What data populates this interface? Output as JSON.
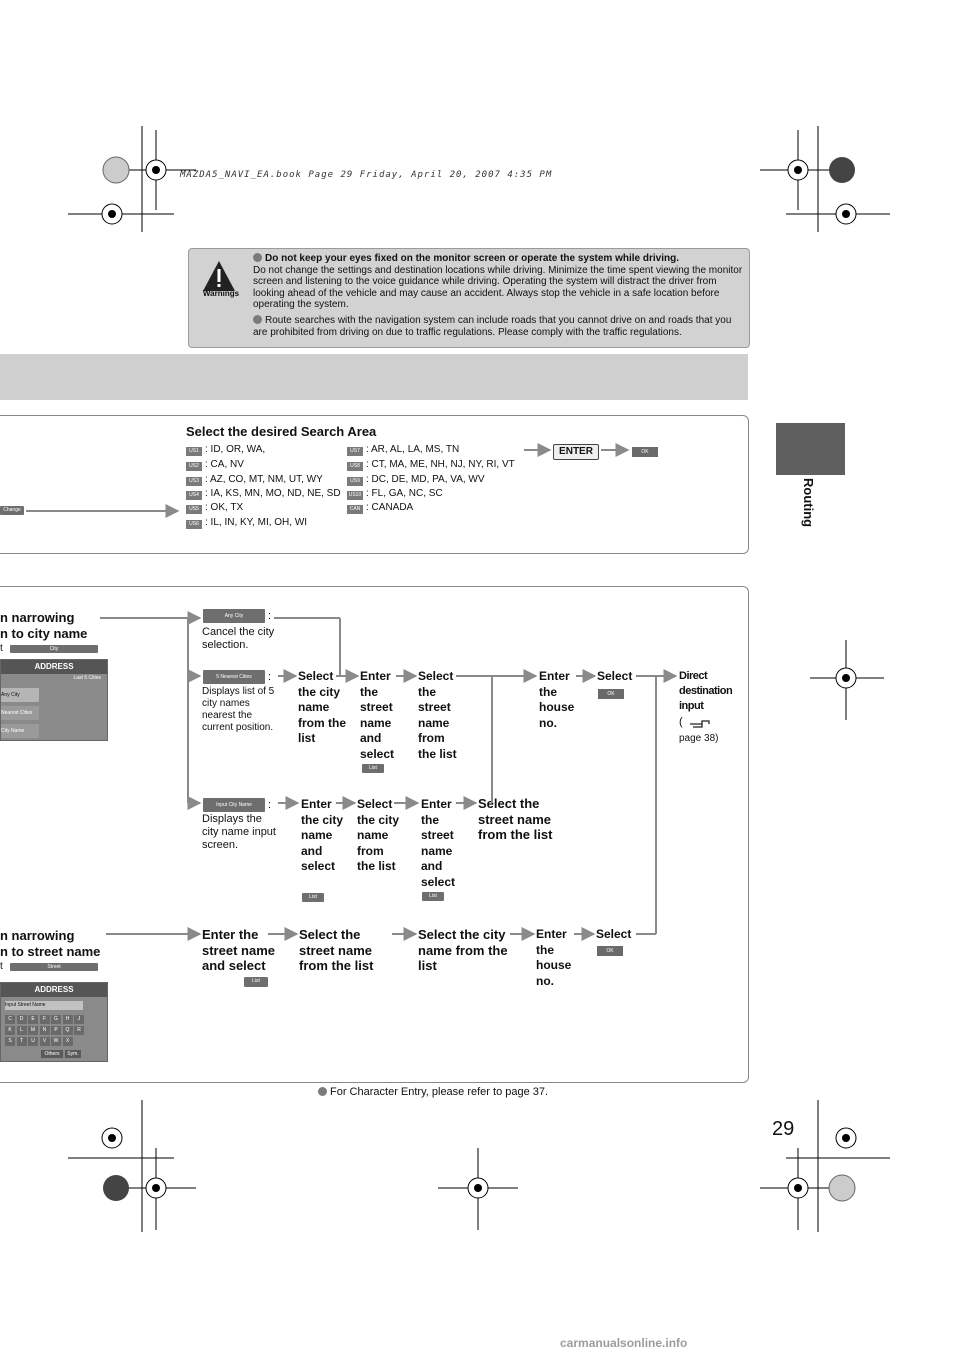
{
  "book_line": "MAZDA5_NAVI_EA.book  Page 29  Friday, April 20, 2007  4:35 PM",
  "warnings": {
    "label": "Warnings",
    "item1_title": "Do not keep your eyes fixed on the monitor screen or operate the system while driving.",
    "item1_body": "Do not change the settings and destination locations while driving. Minimize the time spent viewing the monitor screen and listening to the voice guidance while driving. Operating the system will distract the driver from looking ahead of the vehicle and may cause an accident. Always stop the vehicle in a safe location before operating the system.",
    "item2_body": "Route searches with the navigation system can include roads that you cannot drive on and roads that you are prohibited from driving on due to traffic regulations. Please comply with the traffic regulations."
  },
  "side_tab_label": "Routing",
  "search_area": {
    "title": "Select the desired Search Area",
    "change_button": "Change",
    "left_column": [
      {
        "code": "US1",
        "text": ": ID, OR, WA,"
      },
      {
        "code": "US2",
        "text": ": CA, NV"
      },
      {
        "code": "US3",
        "text": ": AZ, CO, MT, NM, UT, WY"
      },
      {
        "code": "US4",
        "text": ": IA, KS, MN, MO, ND, NE, SD"
      },
      {
        "code": "US5",
        "text": ": OK, TX"
      },
      {
        "code": "US6",
        "text": ": IL, IN, KY, MI, OH, WI"
      }
    ],
    "right_column": [
      {
        "code": "US7",
        "text": ": AR, AL, LA, MS, TN"
      },
      {
        "code": "US8",
        "text": ": CT, MA, ME, NH, NJ, NY, RI, VT"
      },
      {
        "code": "US9",
        "text": ": DC, DE, MD, PA, VA, WV"
      },
      {
        "code": "US10",
        "text": ": FL, GA, NC, SC"
      },
      {
        "code": "CAN",
        "text": ": CANADA"
      }
    ],
    "enter_key": "ENTER",
    "ok_button": "OK"
  },
  "flow": {
    "city_heading_1": "n narrowing",
    "city_heading_2": "n to city name",
    "city_select_prefix": "t",
    "city_button": "City",
    "address_screen": {
      "title": "ADDRESS",
      "last5": "Last 5 Cities",
      "any_city": "Any City",
      "nearest": "Nearest Cities",
      "city_name": "City Name"
    },
    "any_city_button": "Any City",
    "any_city_colon": ":",
    "any_city_desc": "Cancel the city selection.",
    "nearest_button": "5 Nearest Cities",
    "nearest_colon": ":",
    "nearest_desc": "Displays list of 5 city names nearest the current position.",
    "input_button": "Input City Name",
    "input_colon": ":",
    "input_desc": "Displays the city name input screen.",
    "n1": "Select the city name from the list",
    "n2": "Enter the street name and select",
    "n3": "Select the street name from the list",
    "n4": "Enter the house no.",
    "n5": "Select",
    "n6_line1": "Direct destination input",
    "n6_ref": "page 38)",
    "n6_paren": "(",
    "m1": "Enter the city name and select",
    "m2": "Select the city name from the list",
    "m3": "Enter the street name and select",
    "m4": "Select the street name from the list",
    "list_button": "List",
    "ok_button": "OK",
    "street_heading_1": "n narrowing",
    "street_heading_2": "n to street name",
    "street_select_prefix": "t",
    "street_button": "Street",
    "street_screen": {
      "title": "ADDRESS",
      "input_placeholder": "Input Street Name",
      "keys": [
        "C",
        "D",
        "E",
        "F",
        "G",
        "H",
        "J",
        "K",
        "L",
        "M",
        "N",
        "P",
        "Q",
        "R",
        "S",
        "T",
        "U",
        "V",
        "W",
        "X"
      ],
      "others": "Others",
      "sym": "Sym."
    },
    "s1": "Enter the street name and select",
    "s2": "Select the street name from the list",
    "s3": "Select the city name from the list",
    "s4": "Enter the house no.",
    "s5": "Select"
  },
  "footer_note": "For Character Entry, please refer to page 37.",
  "page_number": "29",
  "watermark": "carmanualsonline.info"
}
